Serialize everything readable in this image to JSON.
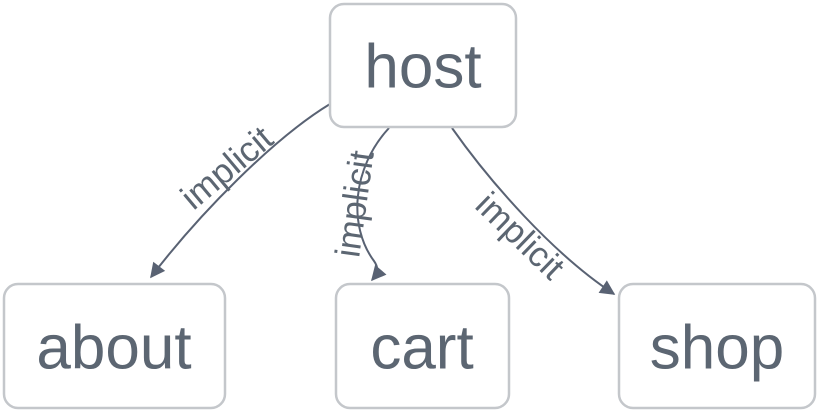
{
  "diagram": {
    "type": "flowchart",
    "direction": "top-down",
    "colors": {
      "background": "#ffffff",
      "node_fill": "#ffffff",
      "node_border": "#c4c7cb",
      "node_text": "#5c6672",
      "edge_stroke": "#596273",
      "edge_label_text": "#5c6672"
    },
    "nodes": [
      {
        "id": "host",
        "label": "host"
      },
      {
        "id": "about",
        "label": "about"
      },
      {
        "id": "cart",
        "label": "cart"
      },
      {
        "id": "shop",
        "label": "shop"
      }
    ],
    "edges": [
      {
        "from": "host",
        "to": "about",
        "label": "implicit",
        "arrow": "filled-triangle"
      },
      {
        "from": "host",
        "to": "cart",
        "label": "implicit",
        "arrow": "filled-triangle"
      },
      {
        "from": "host",
        "to": "shop",
        "label": "implicit",
        "arrow": "filled-triangle"
      }
    ]
  }
}
